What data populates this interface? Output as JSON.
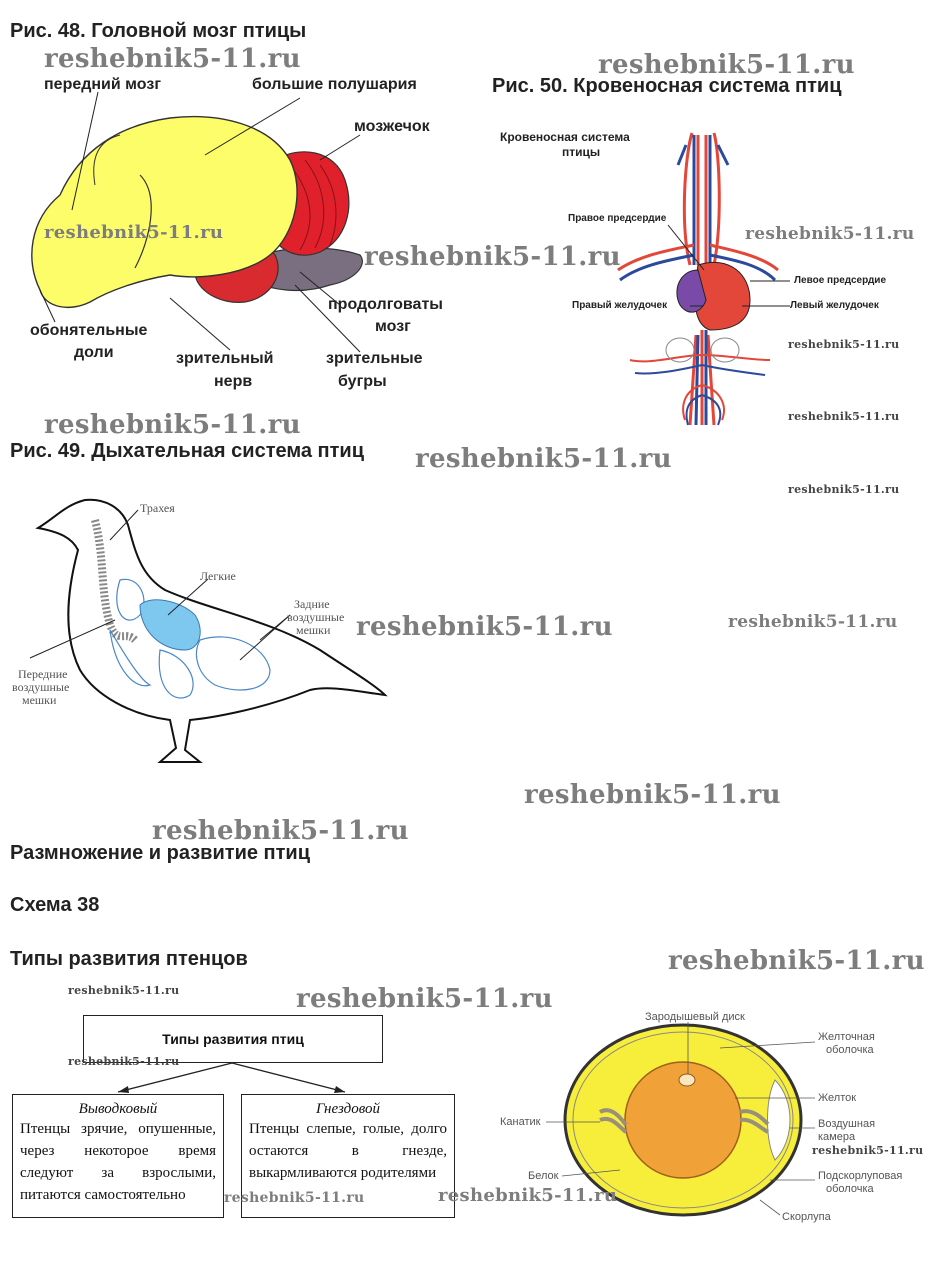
{
  "fig48": {
    "title": "Рис. 48. Головной мозг птицы",
    "labels": {
      "forebrain": "передний мозг",
      "hemispheres": "большие полушария",
      "cerebellum": "мозжечок",
      "medulla_1": "продолговаты",
      "medulla_2": "мозг",
      "olfactory_1": "обонятельные",
      "olfactory_2": "доли",
      "optic_nerve_1": "зрительный",
      "optic_nerve_2": "нерв",
      "optic_lobes_1": "зрительные",
      "optic_lobes_2": "бугры"
    }
  },
  "fig49": {
    "title": "Рис. 49. Дыхательная система птиц",
    "labels": {
      "trachea": "Трахея",
      "lungs": "Легкие",
      "posterior_1": "Задние",
      "posterior_2": "воздушные",
      "posterior_3": "мешки",
      "anterior_1": "Передние",
      "anterior_2": "воздушные",
      "anterior_3": "мешки"
    }
  },
  "fig50": {
    "title": "Рис. 50. Кровеносная система птиц",
    "inner_title_1": "Кровеносная система",
    "inner_title_2": "птицы",
    "labels": {
      "right_atrium": "Правое предсердие",
      "left_atrium": "Левое предсердие",
      "right_ventricle": "Правый желудочек",
      "left_ventricle": "Левый желудочек"
    }
  },
  "section": {
    "title": "Размножение и развитие птиц",
    "scheme": "Схема 38",
    "subtitle": "Типы развития птенцов"
  },
  "diagram": {
    "root": "Типы развития птиц",
    "left": {
      "title": "Выводковый",
      "text": "Птенцы зрячие, опушенные, через некоторое время следуют за взрослыми, питаются самостоятельно"
    },
    "right": {
      "title": "Гнездовой",
      "text": "Птенцы слепые, голые, долго остаются в гнезде, выкармливаются родителями"
    }
  },
  "egg": {
    "labels": {
      "germinal_disc": "Зародышевый диск",
      "yolk_membrane_1": "Желточная",
      "yolk_membrane_2": "оболочка",
      "yolk": "Желток",
      "air_chamber_1": "Воздушная",
      "air_chamber_2": "камера",
      "chalaza": "Канатик",
      "albumen": "Белок",
      "shell_membrane_1": "Подскорлуповая",
      "shell_membrane_2": "оболочка",
      "shell": "Скорлупа"
    }
  },
  "watermark": "reshebnik5-11.ru",
  "colors": {
    "brain_yellow": "#fdfd6a",
    "cerebellum_red": "#e0202a",
    "medulla_grey": "#7a6f80",
    "lung_blue": "#7ec8f0",
    "artery_red": "#e2473a",
    "vein_blue": "#2b4a9c",
    "egg_yellow": "#f7ee3c",
    "yolk_orange": "#f0a238"
  }
}
